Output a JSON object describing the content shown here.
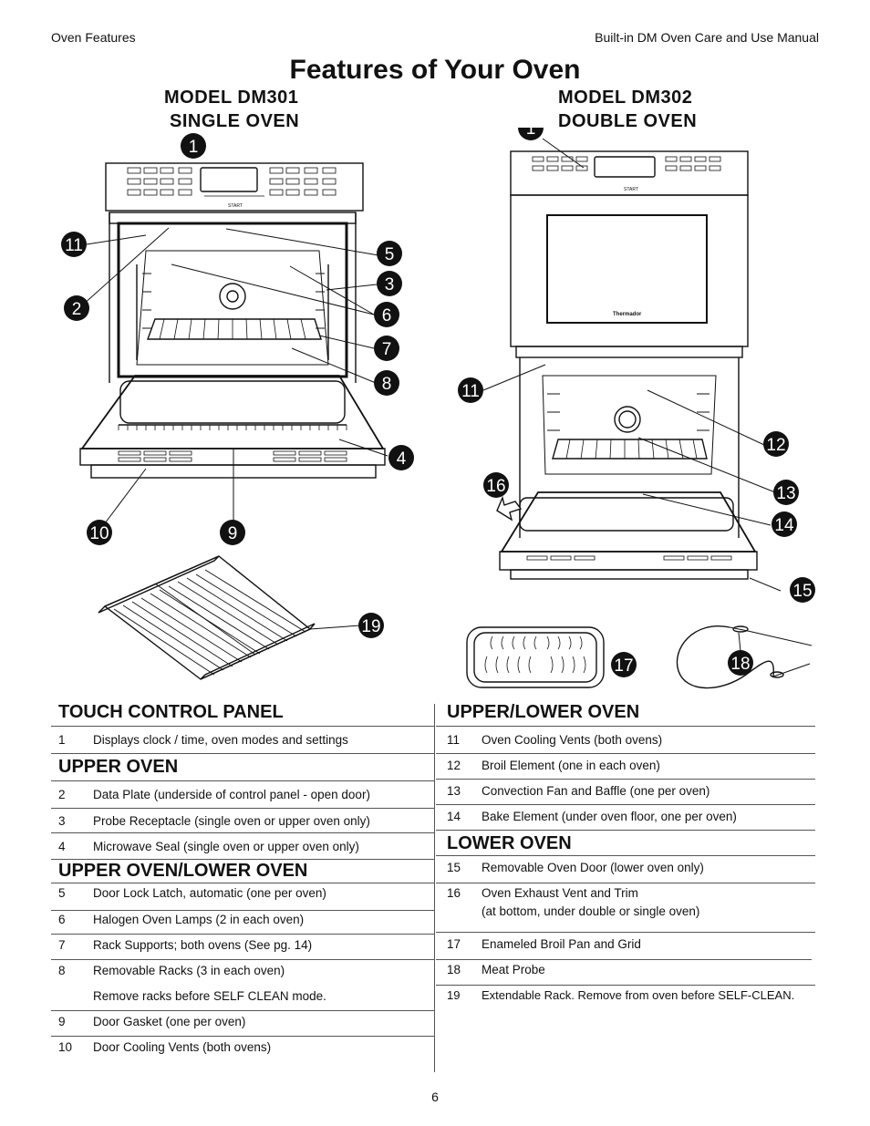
{
  "header": {
    "left": "Oven Features",
    "right": "Built-in DM Oven Care and Use Manual"
  },
  "title": "Features of Your Oven",
  "models": {
    "single": {
      "line1": "MODEL  DM301",
      "line2": "SINGLE  OVEN"
    },
    "double": {
      "line1": "MODEL  DM302",
      "line2": "DOUBLE  OVEN"
    }
  },
  "brand": "Thermador",
  "panel_start": "START",
  "callouts": [
    "1",
    "11",
    "2",
    "5",
    "3",
    "6",
    "7",
    "8",
    "4",
    "10",
    "9",
    "19",
    "1",
    "11",
    "12",
    "16",
    "13",
    "14",
    "15",
    "17",
    "18"
  ],
  "left_sections": [
    {
      "title": "TOUCH  CONTROL  PANEL",
      "rows": [
        {
          "n": "1",
          "t": "Displays clock / time, oven modes and settings"
        }
      ]
    },
    {
      "title": "UPPER OVEN",
      "rows": [
        {
          "n": "2",
          "t": "Data Plate  (underside of control panel - open door)"
        },
        {
          "n": "3",
          "t": "Probe Receptacle (single oven or upper oven only)"
        },
        {
          "n": "4",
          "t": "Microwave Seal (single oven or upper oven only)"
        }
      ]
    },
    {
      "title": "UPPER OVEN/LOWER OVEN",
      "rows": [
        {
          "n": "5",
          "t": "Door Lock Latch, automatic (one per oven)"
        },
        {
          "n": "6",
          "t": "Halogen Oven Lamps (2 in each oven)"
        },
        {
          "n": "7",
          "t": "Rack Supports; both ovens (See pg. 14)"
        },
        {
          "n": "8",
          "t": "Removable Racks (3 in each oven)"
        },
        {
          "n": "",
          "t": "Remove racks before SELF CLEAN mode."
        },
        {
          "n": "9",
          "t": "Door Gasket (one per oven)"
        },
        {
          "n": "10",
          "t": "Door Cooling Vents (both ovens)"
        }
      ]
    }
  ],
  "right_sections": [
    {
      "title": "UPPER/LOWER OVEN",
      "rows": [
        {
          "n": "11",
          "t": "Oven Cooling Vents (both ovens)"
        },
        {
          "n": "12",
          "t": "Broil Element (one in each oven)"
        },
        {
          "n": "13",
          "t": "Convection Fan and Baffle (one per oven)"
        },
        {
          "n": "14",
          "t": "Bake Element (under oven floor, one per oven)"
        }
      ]
    },
    {
      "title": "LOWER OVEN",
      "rows": [
        {
          "n": "15",
          "t": "Removable Oven Door (lower oven only)"
        },
        {
          "n": "16",
          "t": "Oven Exhaust Vent and Trim",
          "t2": "(at bottom, under double or single oven)"
        },
        {
          "n": "17",
          "t": "Enameled Broil Pan and Grid"
        },
        {
          "n": "18",
          "t": "Meat Probe"
        },
        {
          "n": "19",
          "t": "Extendable Rack. Remove from oven before SELF-CLEAN."
        }
      ]
    }
  ],
  "page_number": "6"
}
